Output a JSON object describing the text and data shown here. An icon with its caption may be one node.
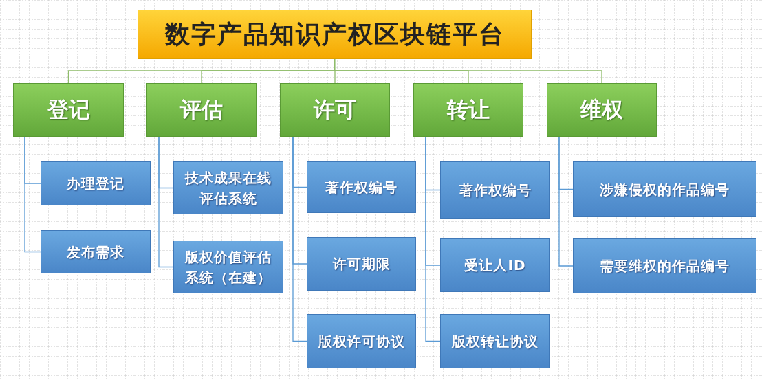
{
  "diagram": {
    "nodes": [
      {
        "text": [
          "数字产品知识产权区块链平台"
        ]
      },
      {
        "text": [
          "登记"
        ]
      },
      {
        "text": [
          "评估"
        ]
      },
      {
        "text": [
          "许可"
        ]
      },
      {
        "text": [
          "转让"
        ]
      },
      {
        "text": [
          "维权"
        ]
      },
      {
        "text": [
          "办理登记"
        ]
      },
      {
        "text": [
          "发布需求"
        ]
      },
      {
        "text": [
          "技术成果在线评估系统"
        ]
      },
      {
        "text": [
          "版权价值评估系统（在建）"
        ]
      },
      {
        "text": [
          "著作权编号"
        ]
      },
      {
        "text": [
          "许可期限"
        ]
      },
      {
        "text": [
          "版权许可协议"
        ]
      },
      {
        "text": [
          "著作权编号"
        ]
      },
      {
        "text": [
          "受让人ID"
        ]
      },
      {
        "text": [
          "版权转让协议"
        ]
      },
      {
        "text": [
          "涉嫌侵权的作品编号"
        ]
      },
      {
        "text": [
          "需要维权的作品编号"
        ]
      }
    ],
    "edges": [
      {
        "from": 0,
        "to": 1,
        "arrow": "none",
        "color": "#8fbc6a"
      },
      {
        "from": 0,
        "to": 2,
        "arrow": "none",
        "color": "#8fbc6a"
      },
      {
        "from": 0,
        "to": 3,
        "arrow": "none",
        "color": "#8fbc6a"
      },
      {
        "from": 0,
        "to": 4,
        "arrow": "none",
        "color": "#8fbc6a"
      },
      {
        "from": 0,
        "to": 5,
        "arrow": "none",
        "color": "#8fbc6a"
      },
      {
        "from": 1,
        "to": 6,
        "arrow": "none"
      },
      {
        "from": 1,
        "to": 7,
        "arrow": "none"
      },
      {
        "from": 2,
        "to": 8,
        "arrow": "none"
      },
      {
        "from": 2,
        "to": 9,
        "arrow": "none"
      },
      {
        "from": 3,
        "to": 10,
        "arrow": "none"
      },
      {
        "from": 3,
        "to": 11,
        "arrow": "none"
      },
      {
        "from": 3,
        "to": 12,
        "arrow": "none"
      },
      {
        "from": 4,
        "to": 13,
        "arrow": "none"
      },
      {
        "from": 4,
        "to": 14,
        "arrow": "none"
      },
      {
        "from": 4,
        "to": 15,
        "arrow": "none"
      },
      {
        "from": 5,
        "to": 16,
        "arrow": "none"
      },
      {
        "from": 5,
        "to": 17,
        "arrow": "none"
      }
    ]
  }
}
